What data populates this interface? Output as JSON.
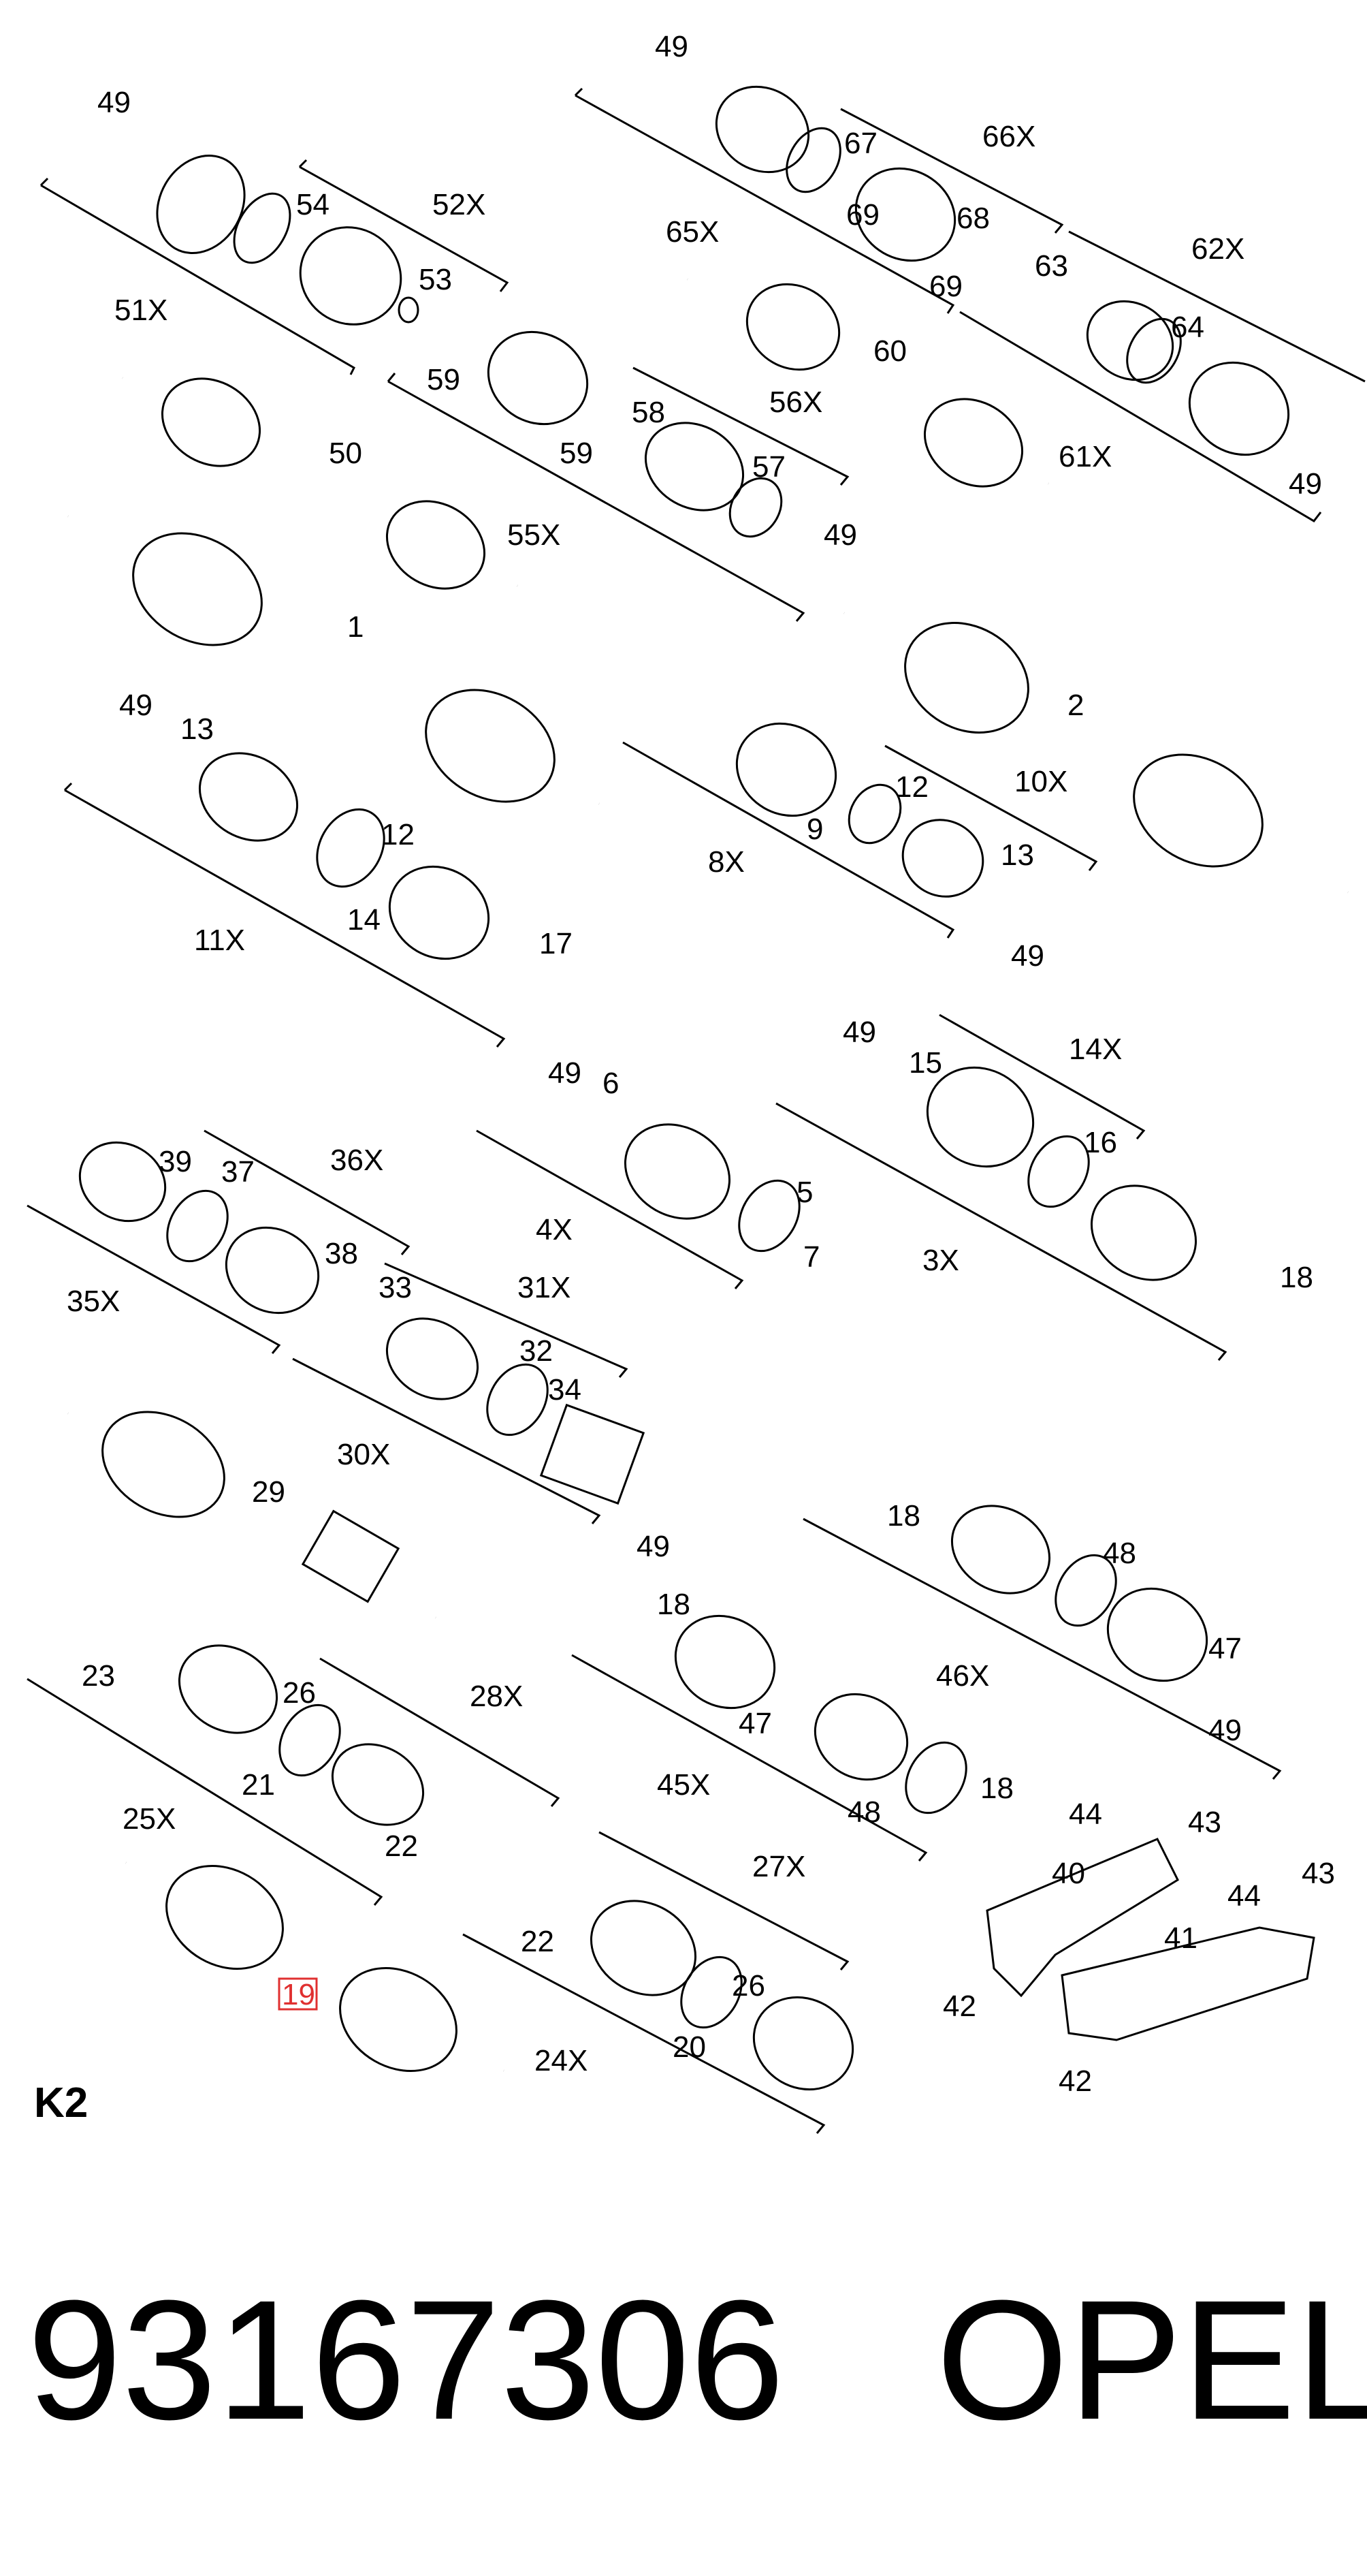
{
  "diagram": {
    "section_label": "K2",
    "highlighted_part": "19",
    "callouts": [
      "49",
      "51X",
      "54",
      "52X",
      "53",
      "50",
      "59",
      "59",
      "55X",
      "1",
      "49",
      "67",
      "66X",
      "65X",
      "69",
      "68",
      "69",
      "62X",
      "63",
      "64",
      "60",
      "56X",
      "58",
      "57",
      "61X",
      "49",
      "49",
      "2",
      "12",
      "10X",
      "9",
      "8X",
      "13",
      "49",
      "49",
      "13",
      "12",
      "14",
      "11X",
      "17",
      "49",
      "15",
      "14X",
      "16",
      "3X",
      "18",
      "49",
      "6",
      "4X",
      "5",
      "7",
      "39",
      "37",
      "36X",
      "35X",
      "38",
      "33",
      "31X",
      "32",
      "34",
      "30X",
      "29",
      "18",
      "48",
      "46X",
      "47",
      "49",
      "49",
      "18",
      "47",
      "45X",
      "48",
      "18",
      "23",
      "26",
      "28X",
      "21",
      "22",
      "25X",
      "19",
      "22",
      "27X",
      "26",
      "20",
      "24X",
      "44",
      "43",
      "40",
      "44",
      "43",
      "41",
      "42",
      "42"
    ]
  },
  "footer": {
    "part_number": "93167306",
    "brand": "OPEL"
  }
}
